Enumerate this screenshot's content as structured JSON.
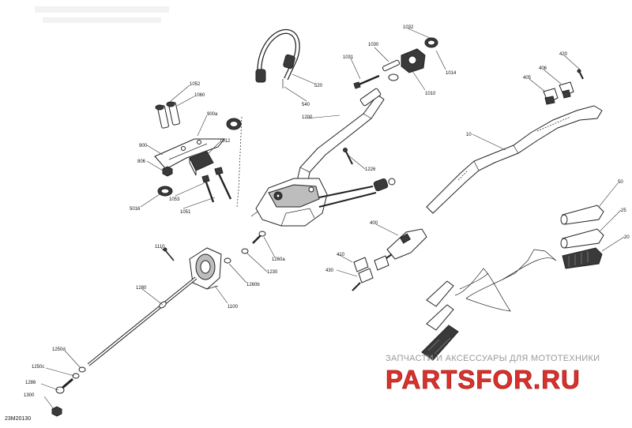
{
  "figure": {
    "reference_code": "23M20130",
    "callouts": [
      "1052",
      "1060",
      "900a",
      "900",
      "1012",
      "806",
      "1053",
      "1051",
      "5016",
      "520",
      "540",
      "1200",
      "1032",
      "1030",
      "1031",
      "1014",
      "1010",
      "420",
      "405",
      "406",
      "10",
      "50",
      "25",
      "20",
      "1226",
      "400",
      "410",
      "430",
      "1110",
      "1260a",
      "1230",
      "1260b",
      "1100",
      "1280",
      "1250d",
      "1250c",
      "1286",
      "1300"
    ]
  },
  "watermark": {
    "tagline": "ЗАПЧАСТИ И АКСЕССУАРЫ ДЛЯ МОТОТЕХНИКИ",
    "brand": "PARTSFOR.RU",
    "colors": {
      "brand_red": "#d8322d",
      "brand_red_outline": "#a81c18",
      "tagline_gray": "#9a9a9a"
    }
  }
}
